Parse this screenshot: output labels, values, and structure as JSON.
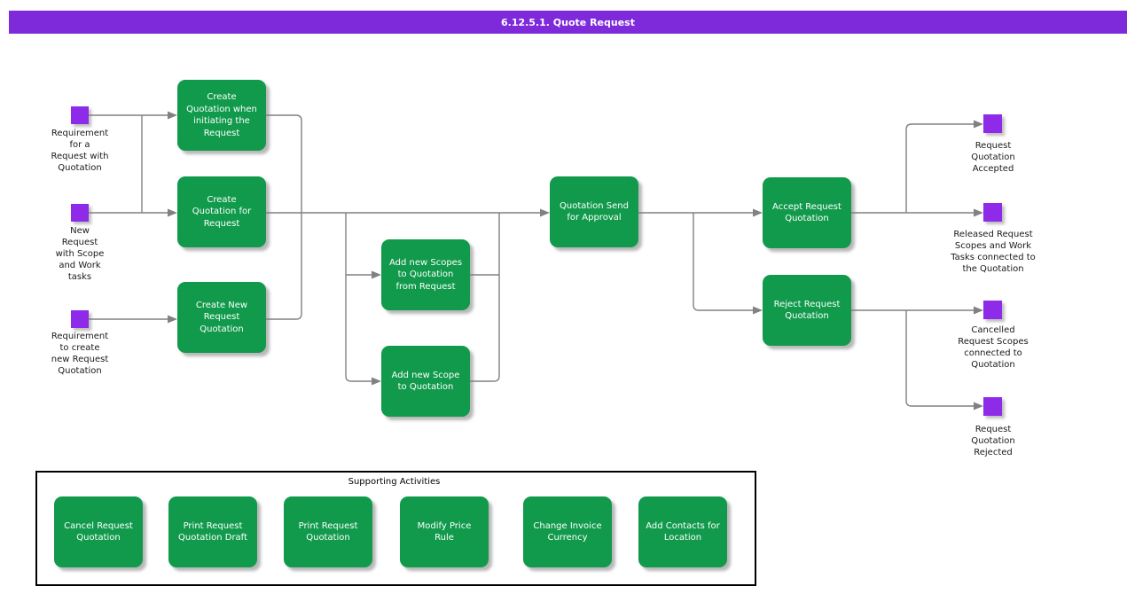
{
  "title": "6.12.5.1. Quote Request",
  "colors": {
    "banner": "#7E2ADB",
    "event": "#8D2BE9",
    "activity": "#119A4B",
    "connector": "#818181"
  },
  "activities": [
    {
      "label": "Create\nQuotation when\ninitiating the\nRequest"
    },
    {
      "label": "Create\nQuotation for\nRequest"
    },
    {
      "label": "Create New\nRequest\nQuotation"
    },
    {
      "label": "Add new Scopes\nto Quotation\nfrom Request"
    },
    {
      "label": "Add new Scope\nto Quotation"
    },
    {
      "label": "Quotation Send\nfor Approval"
    },
    {
      "label": "Accept Request\nQuotation"
    },
    {
      "label": "Reject Request\nQuotation"
    }
  ],
  "events": [
    {
      "label": "Requirement\nfor a\nRequest with\nQuotation"
    },
    {
      "label": "New\nRequest\nwith Scope\nand Work\ntasks"
    },
    {
      "label": "Requirement\nto create\nnew Request\nQuotation"
    },
    {
      "label": "Request\nQuotation\nAccepted"
    },
    {
      "label": "Released Request\nScopes and Work\nTasks connected to\nthe Quotation"
    },
    {
      "label": "Cancelled\nRequest Scopes\nconnected to\nQuotation"
    },
    {
      "label": "Request\nQuotation\nRejected"
    }
  ],
  "supporting": {
    "title": "Supporting Activities",
    "activities": [
      {
        "label": "Cancel Request\nQuotation"
      },
      {
        "label": "Print Request\nQuotation Draft"
      },
      {
        "label": "Print Request\nQuotation"
      },
      {
        "label": "Modify Price\nRule"
      },
      {
        "label": "Change Invoice\nCurrency"
      },
      {
        "label": "Add Contacts for\nLocation"
      }
    ]
  }
}
